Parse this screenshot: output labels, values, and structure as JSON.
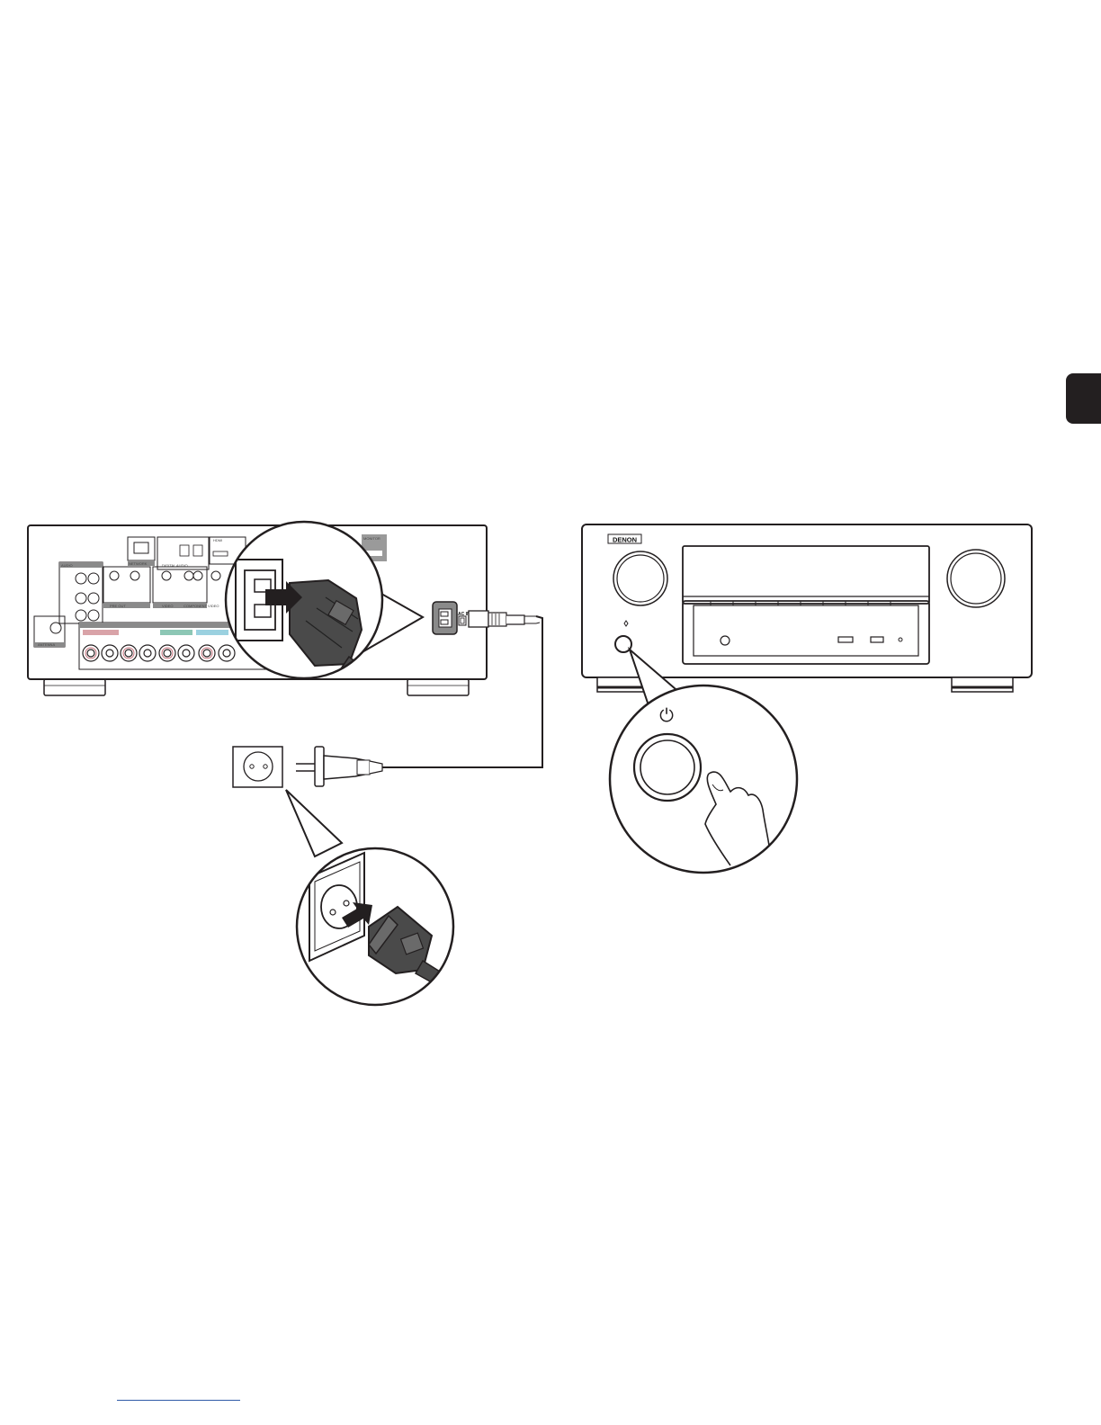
{
  "rear_panel": {
    "input_labels": [
      "ANTENNA",
      "NETWORK",
      "DIGITAL AUDIO",
      "HDMI",
      "MONITOR",
      "VIDEO",
      "COMPONENT VIDEO",
      "AUDIO",
      "PRE OUT",
      "SPEAKERS"
    ],
    "ac_inlet_label": "AC IN"
  },
  "front_panel": {
    "brand": "DENON",
    "power_symbol": "⏻"
  },
  "colors": {
    "line": "#231f20",
    "panel_gray": "#8a8a8a",
    "plug_dark": "#4a4a4a",
    "tab": "#231f20",
    "link": "#2f5aa8"
  }
}
